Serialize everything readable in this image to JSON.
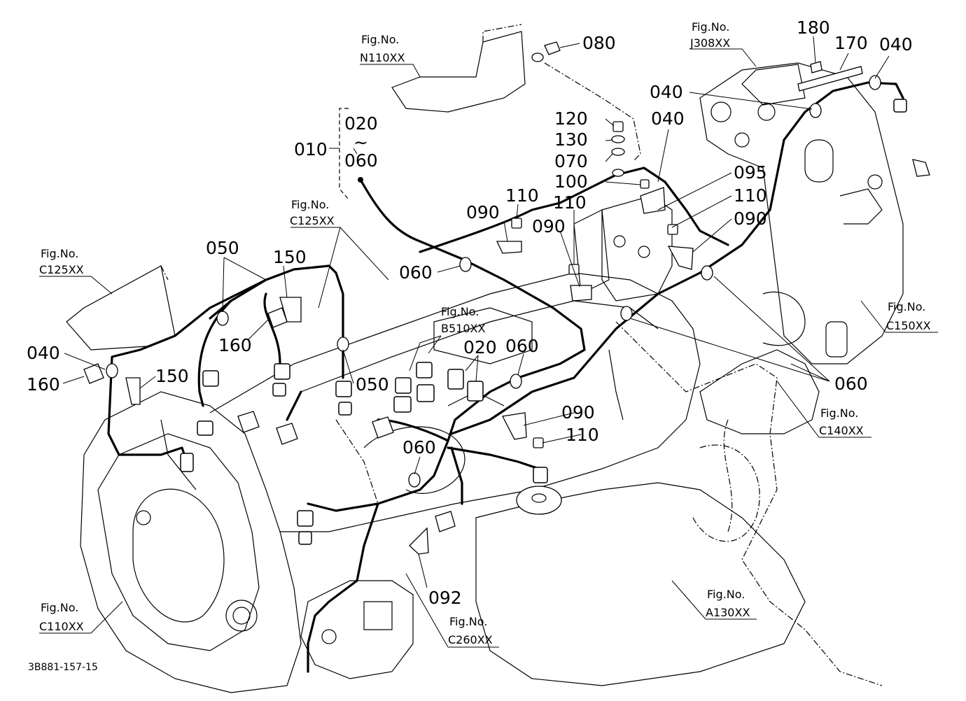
{
  "diagram_code": "3B881-157-15",
  "range_bracket": {
    "main": "010",
    "from": "020",
    "tilde": "~",
    "to": "060"
  },
  "part_labels": [
    "080",
    "180",
    "170",
    "040",
    "040",
    "120",
    "040",
    "130",
    "070",
    "095",
    "100",
    "110",
    "110",
    "110",
    "090",
    "090",
    "090",
    "050",
    "150",
    "060",
    "160",
    "040",
    "150",
    "160",
    "050",
    "020",
    "060",
    "060",
    "060",
    "090",
    "110",
    "060",
    "092"
  ],
  "fig_refs": [
    {
      "line1": "Fig.No.",
      "line2": "N110XX"
    },
    {
      "line1": "Fig.No.",
      "line2": "J308XX"
    },
    {
      "line1": "Fig.No.",
      "line2": "C125XX"
    },
    {
      "line1": "Fig.No.",
      "line2": "C125XX"
    },
    {
      "line1": "Fig.No.",
      "line2": "B510XX"
    },
    {
      "line1": "Fig.No.",
      "line2": "C150XX"
    },
    {
      "line1": "Fig.No.",
      "line2": "C140XX"
    },
    {
      "line1": "Fig.No.",
      "line2": "C110XX"
    },
    {
      "line1": "Fig.No.",
      "line2": "A130XX"
    },
    {
      "line1": "Fig.No.",
      "line2": "C260XX"
    }
  ]
}
